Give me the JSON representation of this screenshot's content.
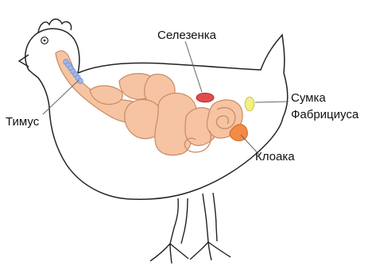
{
  "figure": {
    "labels": {
      "spleen": "Селезенка",
      "thymus": "Тимус",
      "bursa_line1": "Сумка",
      "bursa_line2": "Фабрициуса",
      "cloaca": "Клоака"
    },
    "colors": {
      "outline": "#222222",
      "organ_fill": "#f6c4a3",
      "organ_stroke": "#c98a62",
      "thymus_nodes": "#9fb9ea",
      "spleen": "#e24b4b",
      "bursa": "#f3ef80",
      "cloaca": "#f28b45",
      "leader_line": "#666666"
    }
  }
}
